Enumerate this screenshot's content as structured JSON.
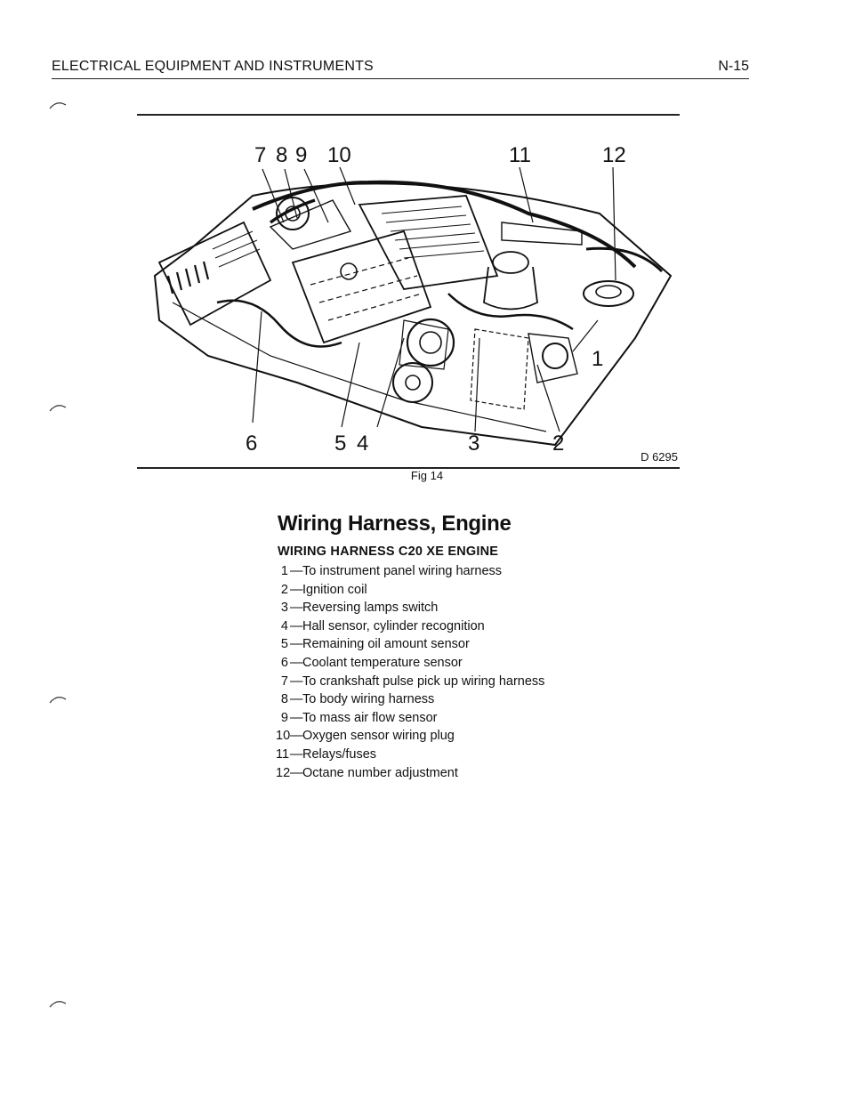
{
  "header": {
    "title": "ELECTRICAL EQUIPMENT AND INSTRUMENTS",
    "page_ref": "N-15"
  },
  "figure": {
    "code": "D 6295",
    "caption": "Fig 14",
    "callouts": [
      "1",
      "2",
      "3",
      "4",
      "5",
      "6",
      "7",
      "8",
      "9",
      "10",
      "11",
      "12"
    ]
  },
  "section": {
    "title": "Wiring Harness, Engine",
    "subheading": "WIRING HARNESS C20 XE ENGINE",
    "dash": "—",
    "items": [
      {
        "num": "1",
        "text": "To instrument panel wiring harness"
      },
      {
        "num": "2",
        "text": "Ignition coil"
      },
      {
        "num": "3",
        "text": "Reversing lamps switch"
      },
      {
        "num": "4",
        "text": "Hall sensor, cylinder recognition"
      },
      {
        "num": "5",
        "text": "Remaining oil amount sensor"
      },
      {
        "num": "6",
        "text": "Coolant temperature sensor"
      },
      {
        "num": "7",
        "text": "To crankshaft pulse pick up wiring harness"
      },
      {
        "num": "8",
        "text": "To body wiring harness"
      },
      {
        "num": "9",
        "text": "To mass air flow sensor"
      },
      {
        "num": "10",
        "text": "Oxygen sensor wiring plug"
      },
      {
        "num": "11",
        "text": "Relays/fuses"
      },
      {
        "num": "12",
        "text": "Octane number adjustment"
      }
    ]
  }
}
